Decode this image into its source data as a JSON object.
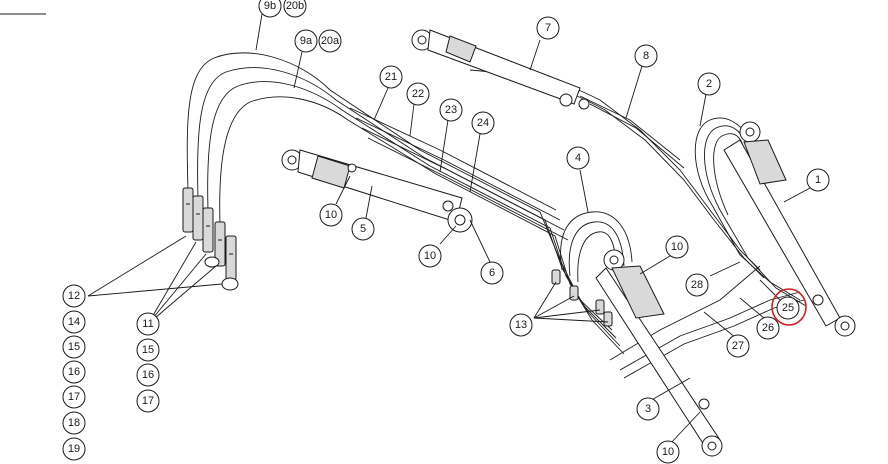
{
  "callouts": {
    "c9b": "9b",
    "c20b": "20b",
    "c9a": "9a",
    "c20a": "20a",
    "c7": "7",
    "c8": "8",
    "c21": "21",
    "c22": "22",
    "c23": "23",
    "c24": "24",
    "c2": "2",
    "c1": "1",
    "c4": "4",
    "c10a": "10",
    "c5": "5",
    "c10b": "10",
    "c6": "6",
    "c10c": "10",
    "c28": "28",
    "c25": "25",
    "c26": "26",
    "c27": "27",
    "c13": "13",
    "c3": "3",
    "c10d": "10",
    "c12": "12",
    "c14": "14",
    "c15a": "15",
    "c16a": "16",
    "c17a": "17",
    "c18": "18",
    "c19": "19",
    "c11": "11",
    "c15b": "15",
    "c16b": "16",
    "c17b": "17"
  },
  "highlight": {
    "callout": "25",
    "color": "#d42020"
  }
}
